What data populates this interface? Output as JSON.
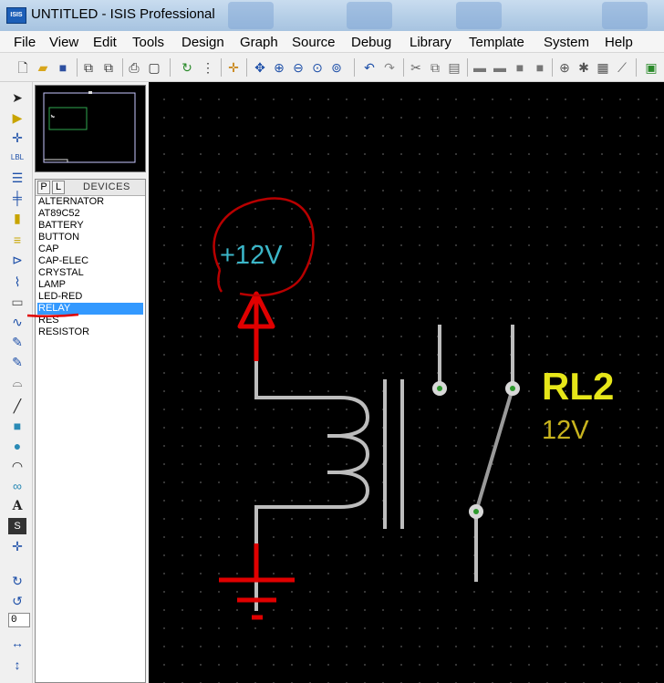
{
  "window": {
    "title": "UNTITLED - ISIS Professional",
    "icon_text": "ISIS"
  },
  "menu": [
    "File",
    "View",
    "Edit",
    "Tools",
    "Design",
    "Graph",
    "Source",
    "Debug",
    "Library",
    "Template",
    "System",
    "Help"
  ],
  "device_panel": {
    "p_button": "P",
    "l_button": "L",
    "header": "DEVICES",
    "items": [
      "ALTERNATOR",
      "AT89C52",
      "BATTERY",
      "BUTTON",
      "CAP",
      "CAP-ELEC",
      "CRYSTAL",
      "LAMP",
      "LED-RED",
      "RELAY",
      "RES",
      "RESISTOR"
    ],
    "selected": "RELAY"
  },
  "zoom_value": "0",
  "schematic": {
    "power_label": "+12V",
    "component_ref": "RL2",
    "component_value": "12V",
    "colors": {
      "background": "#000000",
      "wire": "#bdbdbd",
      "annotation": "#e00000",
      "ref": "#e6e619",
      "value": "#c8b41e",
      "power_text": "#3bb6c8",
      "pin": "#2e9a2e"
    }
  },
  "icons": {
    "toolbar": [
      "new-icon",
      "open-icon",
      "save-icon",
      "import-icon",
      "export-icon",
      "print-icon",
      "area-icon",
      "refresh-icon",
      "grid-icon",
      "origin-icon",
      "pan-icon",
      "zoom-in-icon",
      "zoom-out-icon",
      "zoom-all-icon",
      "zoom-area-icon",
      "undo-icon",
      "redo-icon",
      "cut-icon",
      "copy-icon",
      "paste-icon",
      "block-copy-icon",
      "block-move-icon",
      "block-rotate-icon",
      "block-delete-icon",
      "pick-device-icon",
      "make-device-icon",
      "package-icon",
      "decompose-icon",
      "netlist-icon"
    ],
    "left": [
      "select-icon",
      "component-icon",
      "junction-icon",
      "wire-label-icon",
      "text-script-icon",
      "bus-icon",
      "subcircuit-icon",
      "terminal-icon",
      "pin-icon",
      "graph-icon",
      "tape-icon",
      "generator-icon",
      "voltage-probe-icon",
      "current-probe-icon",
      "instrument-icon",
      "line-icon",
      "box-icon",
      "circle-icon",
      "arc-icon",
      "path-icon",
      "text-icon",
      "symbol-icon",
      "marker-icon",
      "rotate-cw-icon",
      "rotate-ccw-icon",
      "mirror-x-icon",
      "mirror-y-icon"
    ]
  }
}
